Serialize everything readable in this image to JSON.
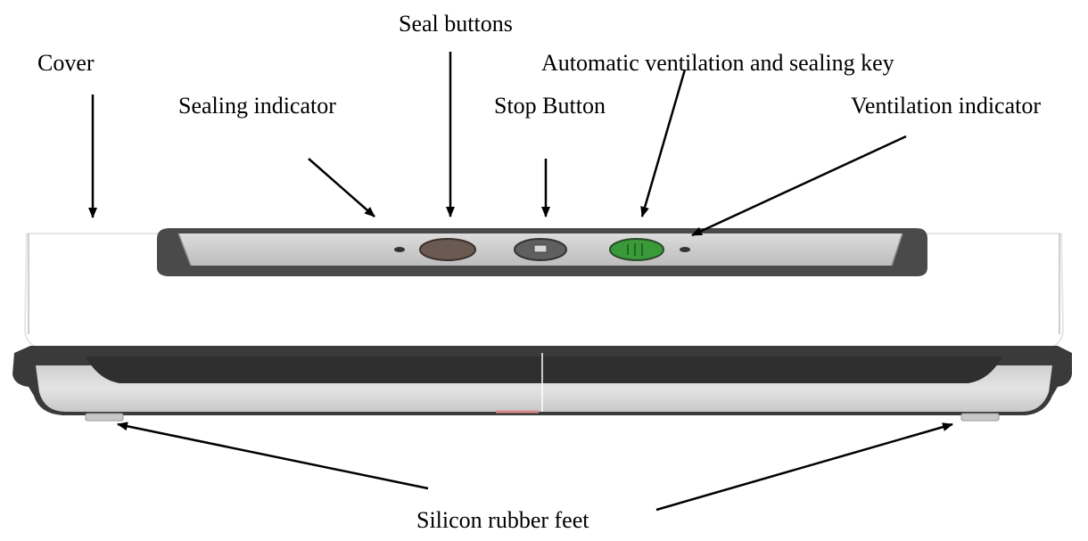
{
  "labels": {
    "cover": "Cover",
    "seal_buttons": "Seal buttons",
    "auto_key": "Automatic ventilation and sealing key",
    "sealing_indicator": "Sealing indicator",
    "stop_button": "Stop Button",
    "ventilation_indicator": "Ventilation indicator",
    "feet": "Silicon rubber feet"
  },
  "colors": {
    "seal_button": "#6b5a52",
    "stop_button": "#5f5f5f",
    "auto_key": "#3a9a3a"
  }
}
